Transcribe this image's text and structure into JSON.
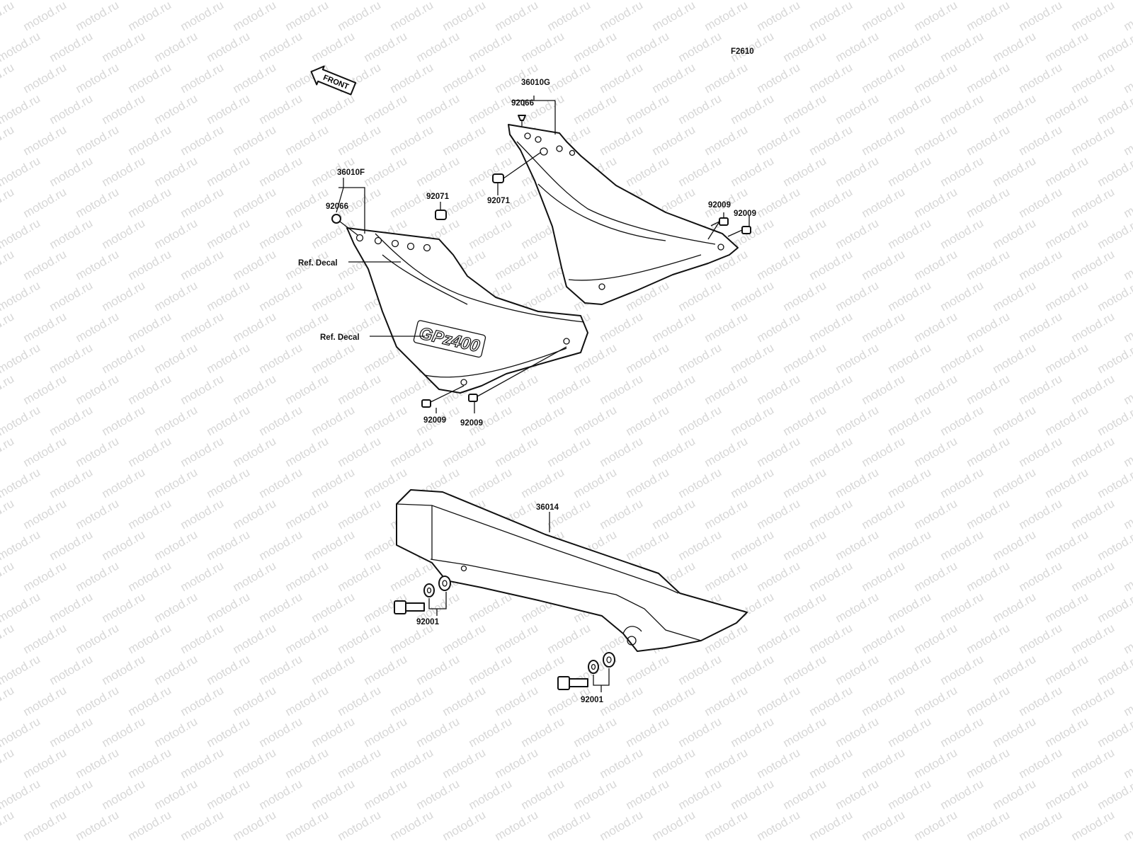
{
  "diagram": {
    "figure_code": "F2610",
    "front_label": "FRONT",
    "logo_text": "GPz400",
    "watermark": "motod.ru",
    "callouts": {
      "cover_right_set": "36010G",
      "cover_left_set": "36010F",
      "clip_upper": "92066",
      "clip_left": "92066",
      "grommet_upper": "92071",
      "grommet_left": "92071",
      "screw_upper_a": "92009",
      "screw_upper_b": "92009",
      "screw_lower_a": "92009",
      "screw_lower_b": "92009",
      "decal_upper": "Ref. Decal",
      "decal_lower": "Ref. Decal",
      "chain_cover": "36014",
      "bolt_front": "92001",
      "bolt_rear": "92001"
    }
  }
}
